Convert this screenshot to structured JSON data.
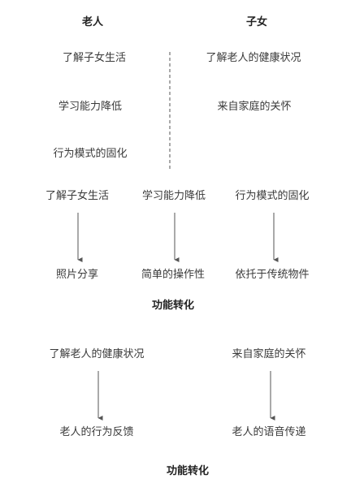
{
  "headers": {
    "elder": "老人",
    "children": "子女"
  },
  "elder_needs": [
    "了解子女生活",
    "学习能力降低",
    "行为模式的固化"
  ],
  "children_needs": [
    "了解老人的健康状况",
    "来自家庭的关怀"
  ],
  "elder_flow": {
    "sources": [
      "了解子女生活",
      "学习能力降低",
      "行为模式的固化"
    ],
    "targets": [
      "照片分享",
      "简单的操作性",
      "依托于传统物件"
    ],
    "caption": "功能转化"
  },
  "children_flow": {
    "sources": [
      "了解老人的健康状况",
      "来自家庭的关怀"
    ],
    "targets": [
      "老人的行为反馈",
      "老人的语音传递"
    ],
    "caption": "功能转化"
  }
}
